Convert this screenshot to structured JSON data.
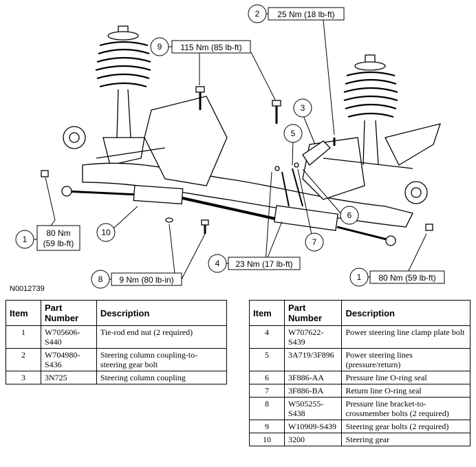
{
  "figure_id": "N0012739",
  "callouts": [
    {
      "num": "1",
      "line1": "80 Nm",
      "line2": "(59 lb-ft)"
    },
    {
      "num": "1",
      "line1": "80 Nm (59 lb-ft)"
    },
    {
      "num": "2",
      "line1": "25 Nm (18 lb-ft)"
    },
    {
      "num": "3"
    },
    {
      "num": "4",
      "line1": "23 Nm (17 lb-ft)"
    },
    {
      "num": "5"
    },
    {
      "num": "6"
    },
    {
      "num": "7"
    },
    {
      "num": "8",
      "line1": "9 Nm (80 lb-in)"
    },
    {
      "num": "9",
      "line1": "115 Nm (85 lb-ft)"
    },
    {
      "num": "10"
    }
  ],
  "table": {
    "headers": {
      "item": "Item",
      "part": "Part Number",
      "desc": "Description"
    },
    "left_rows": [
      {
        "item": "1",
        "part": "W705606-S440",
        "desc": "Tie-rod end nut (2 required)"
      },
      {
        "item": "2",
        "part": "W704980-S436",
        "desc": "Steering column coupling-to-steering gear bolt"
      },
      {
        "item": "3",
        "part": "3N725",
        "desc": "Steering column coupling"
      }
    ],
    "right_rows": [
      {
        "item": "4",
        "part": "W707622-S439",
        "desc": "Power steering line clamp plate bolt"
      },
      {
        "item": "5",
        "part": "3A719/3F896",
        "desc": "Power steering lines (pressure/return)"
      },
      {
        "item": "6",
        "part": "3F886-AA",
        "desc": "Pressure line O-ring seal"
      },
      {
        "item": "7",
        "part": "3F886-BA",
        "desc": "Return line O-ring seal"
      },
      {
        "item": "8",
        "part": "W505255-S438",
        "desc": "Pressure line bracket-to-crossmember bolts (2 required)"
      },
      {
        "item": "9",
        "part": "W10909-S439",
        "desc": "Steering gear bolts (2 required)"
      },
      {
        "item": "10",
        "part": "3200",
        "desc": "Steering gear"
      }
    ]
  }
}
